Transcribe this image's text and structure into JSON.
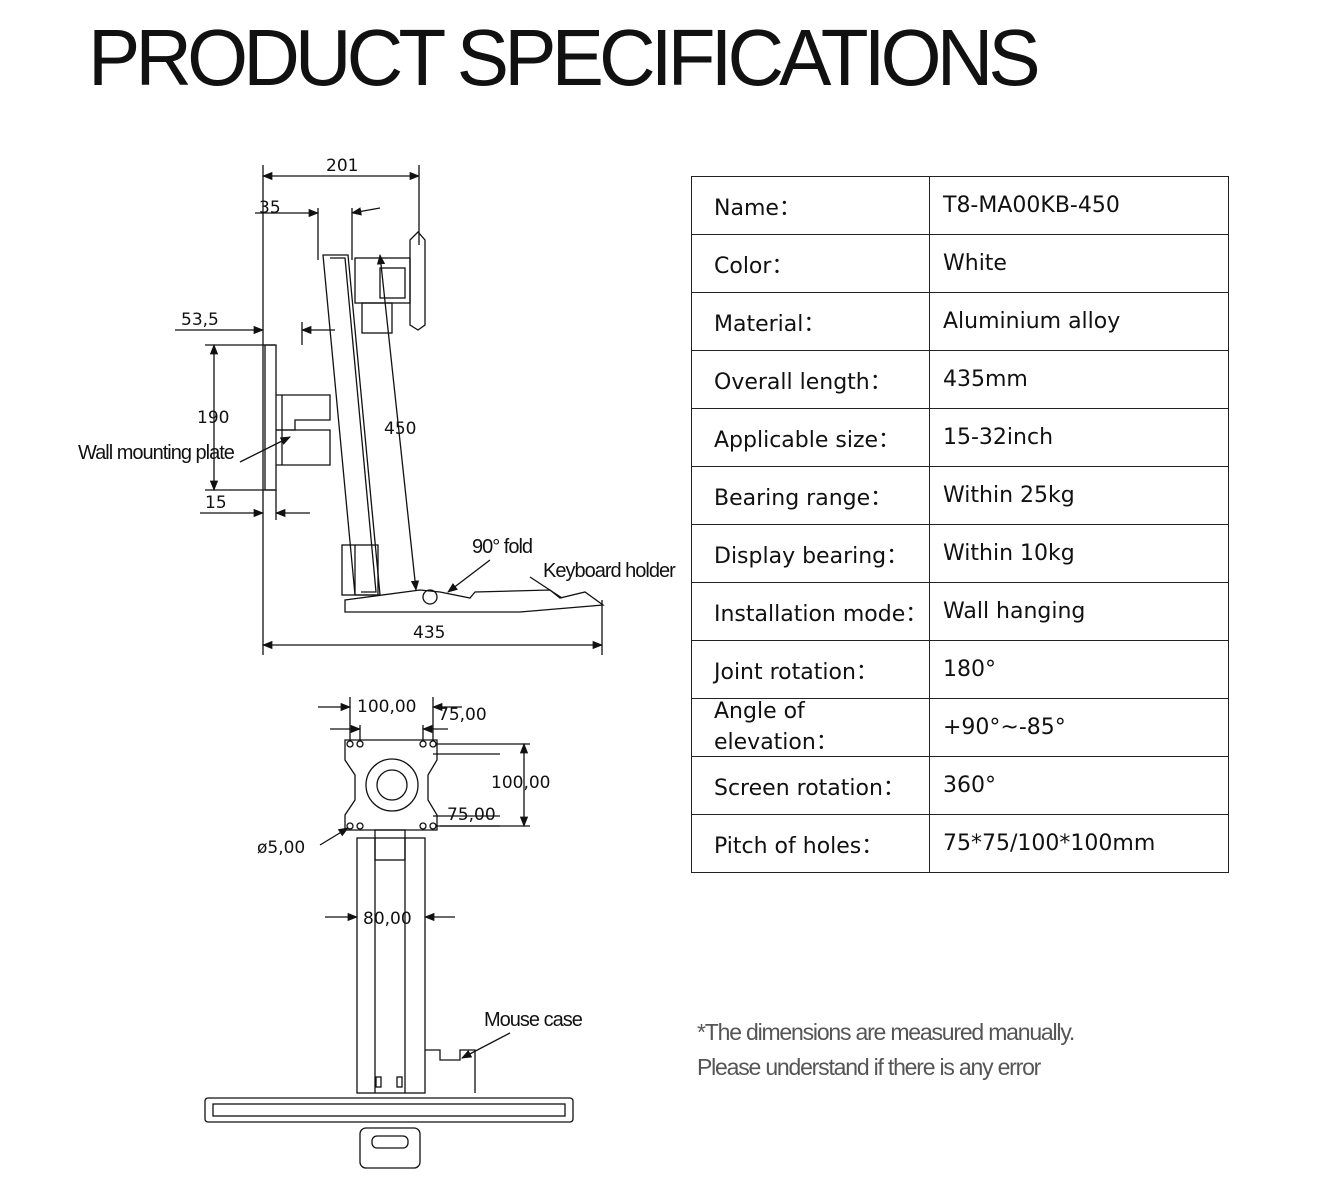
{
  "title": "PRODUCT SPECIFICATIONS",
  "diagram": {
    "side_view": {
      "dim_201": "201",
      "dim_35": "35",
      "dim_53_5": "53,5",
      "dim_190": "190",
      "dim_450": "450",
      "dim_15": "15",
      "dim_435": "435",
      "label_wall_plate": "Wall mounting plate",
      "label_fold": "90° fold",
      "label_keyboard": "Keyboard holder"
    },
    "front_view": {
      "dim_100_top": "100,00",
      "dim_75_top": "75,00",
      "dim_100_right": "100,00",
      "dim_75_right": "75,00",
      "dim_hole": "ø5,00",
      "dim_80": "80,00",
      "label_mouse": "Mouse case"
    }
  },
  "specs": [
    {
      "key": "Name：",
      "value": "T8-MA00KB-450"
    },
    {
      "key": "Color：",
      "value": "White"
    },
    {
      "key": "Material：",
      "value": "Aluminium alloy"
    },
    {
      "key": "Overall length：",
      "value": "435mm"
    },
    {
      "key": "Applicable size：",
      "value": "15-32inch"
    },
    {
      "key": "Bearing range：",
      "value": "Within 25kg"
    },
    {
      "key": "Display bearing：",
      "value": "Within 10kg"
    },
    {
      "key": "Installation mode：",
      "value": "Wall hanging"
    },
    {
      "key": "Joint rotation：",
      "value": "180°"
    },
    {
      "key": "Angle of elevation：",
      "value": "+90°~-85°"
    },
    {
      "key": "Screen rotation：",
      "value": "360°"
    },
    {
      "key": "Pitch of holes：",
      "value": "75*75/100*100mm"
    }
  ],
  "note": {
    "line1": "*The dimensions are measured manually.",
    "line2": "Please understand if there is any error"
  }
}
